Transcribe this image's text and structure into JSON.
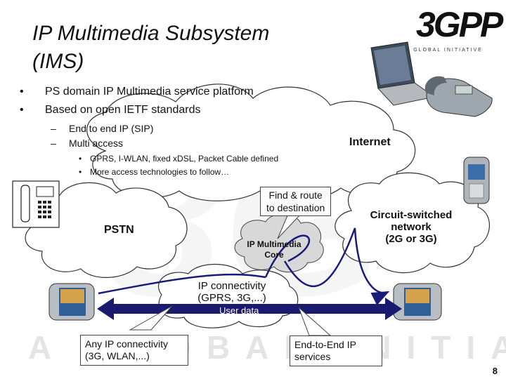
{
  "title": {
    "line1": "IP Multimedia Subsystem",
    "line2": "(IMS)"
  },
  "logo": {
    "text": "3GPP",
    "tagline": "A GLOBAL INITIATIVE",
    "watermark": "A GLOBAL INITIATIVE"
  },
  "bullets": {
    "level1": [
      {
        "mark": "•",
        "text": "PS domain IP Multimedia service platform"
      },
      {
        "mark": "•",
        "text": "Based on open IETF standards"
      }
    ],
    "level2": [
      {
        "mark": "–",
        "text": "End to end IP (SIP)"
      },
      {
        "mark": "–",
        "text": "Multi access"
      }
    ],
    "level3": [
      {
        "mark": "•",
        "text": "GPRS, I-WLAN, fixed xDSL, Packet Cable defined"
      },
      {
        "mark": "•",
        "text": "More access technologies to follow…"
      }
    ]
  },
  "clouds": {
    "internet": "Internet",
    "pstn": "PSTN",
    "ims_core": [
      "IP Multimedia",
      "Core"
    ],
    "circuit_switched": [
      "Circuit-switched",
      "network",
      "(2G or 3G)"
    ],
    "ip_connectivity": [
      "IP connectivity",
      "(GPRS, 3G,...)"
    ]
  },
  "labels": {
    "find_route": [
      "Find & route",
      "to destination"
    ],
    "user_data": "User data"
  },
  "callouts": {
    "any_ip": [
      "Any IP connectivity",
      "(3G, WLAN,...)"
    ],
    "end_to_end": [
      "End-to-End IP",
      "services"
    ]
  },
  "page_number": "8",
  "colors": {
    "arrow": "#1a1a7a",
    "user_data_bar": "#1a1a6e",
    "cloud_stroke": "#333333",
    "watermark": "#e6e6e6"
  }
}
